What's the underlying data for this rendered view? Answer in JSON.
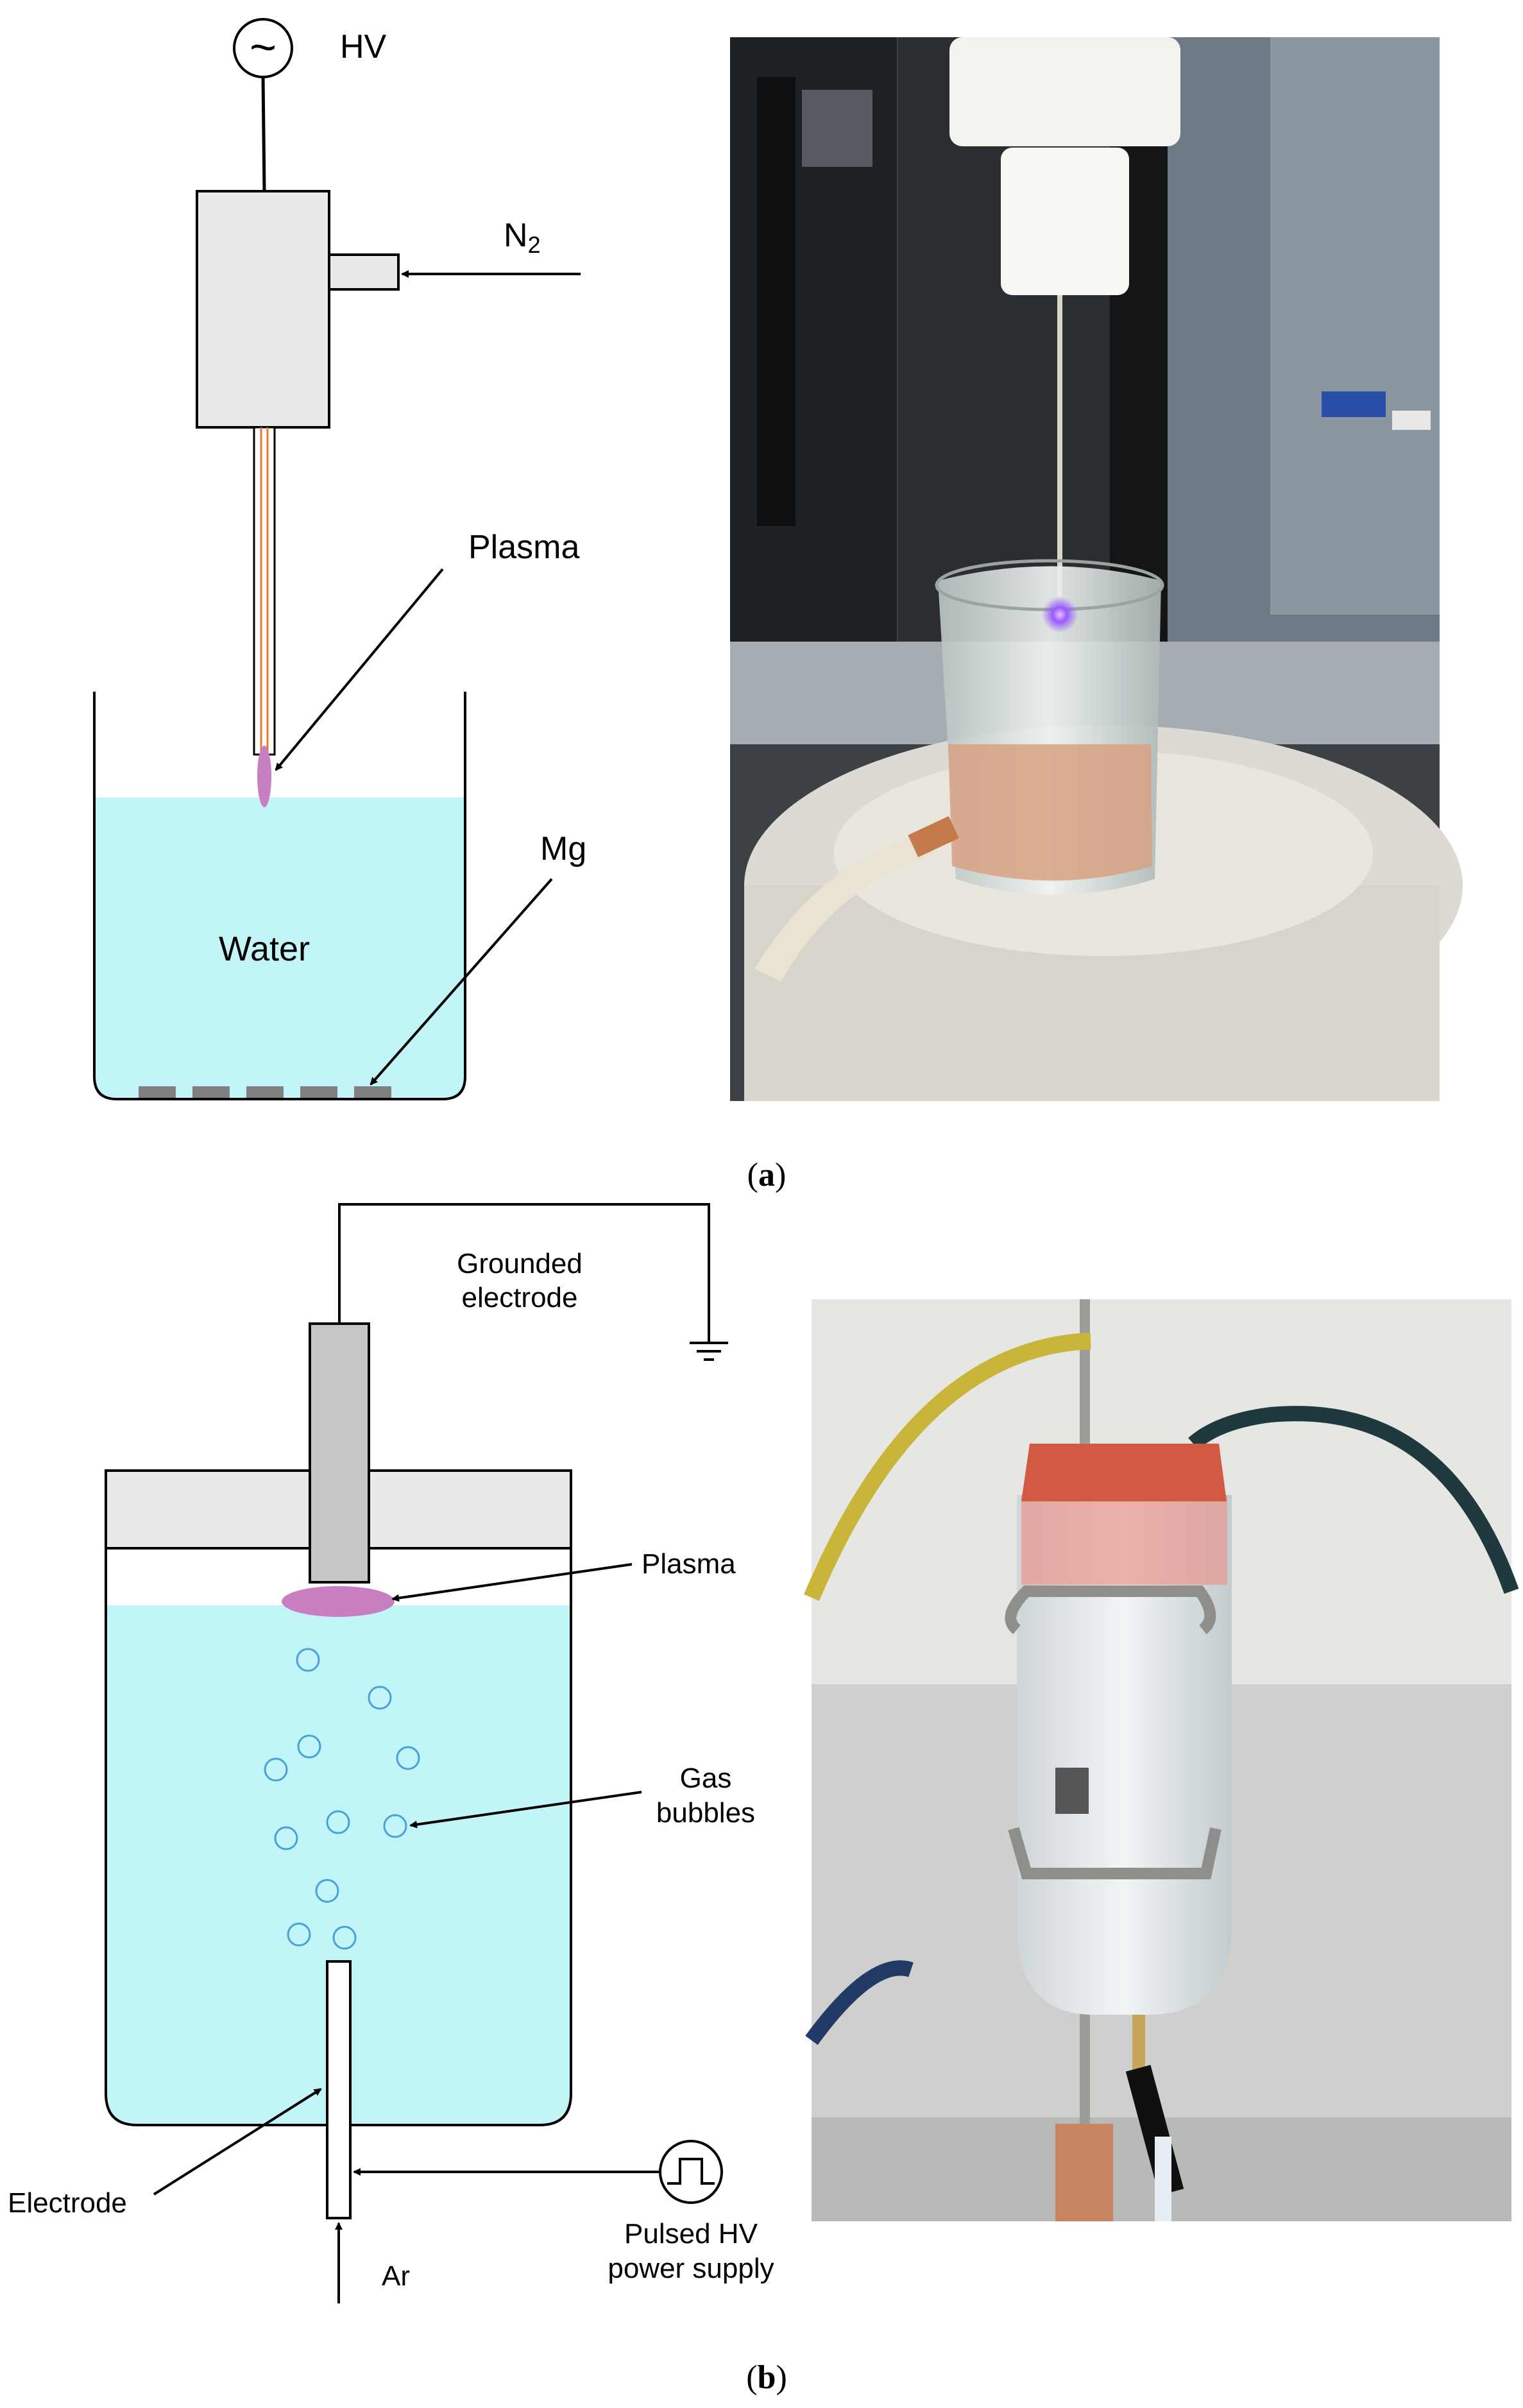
{
  "panel_a": {
    "caption_letter": "a",
    "labels": {
      "hv": "HV",
      "gas": "N",
      "gas_subscript": "2",
      "plasma": "Plasma",
      "water": "Water",
      "mg": "Mg",
      "source_symbol": "~"
    }
  },
  "panel_b": {
    "caption_letter": "b",
    "labels": {
      "grounded_line1": "Grounded",
      "grounded_line2": "electrode",
      "plasma": "Plasma",
      "gas_line1": "Gas",
      "gas_line2": "bubbles",
      "electrode": "Electrode",
      "power_line1": "Pulsed HV",
      "power_line2": "power supply",
      "argon": "Ar"
    }
  },
  "colors": {
    "water": "#c2f5f8",
    "plasma": "#c77fc2",
    "wire": "#e8792b",
    "housing": "#e8eaea",
    "electrode_grey": "#c6c6c6",
    "mg_plate": "#808080",
    "bubble": "#4aa0d8"
  }
}
